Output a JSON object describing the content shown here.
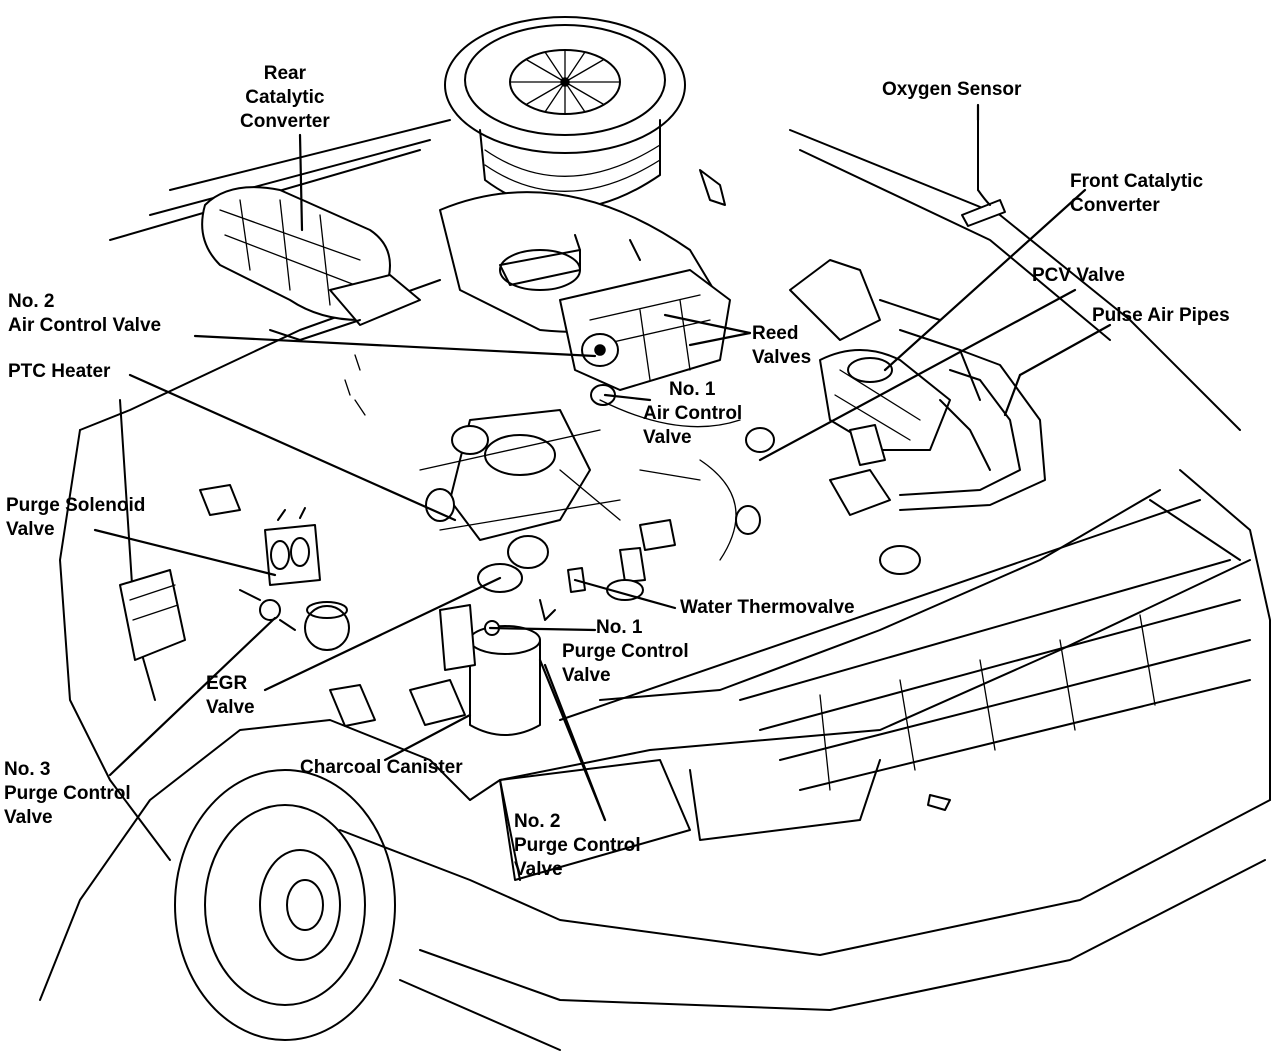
{
  "labels": {
    "rear_catalytic_converter": [
      "Rear",
      "Catalytic",
      "Converter"
    ],
    "oxygen_sensor": [
      "Oxygen Sensor"
    ],
    "front_catalytic_converter": [
      "Front Catalytic",
      "Converter"
    ],
    "pcv_valve": [
      "PCV Valve"
    ],
    "pulse_air_pipes": [
      "Pulse Air Pipes"
    ],
    "no2_air_control_valve": [
      "No. 2",
      "Air Control Valve"
    ],
    "reed_valves": [
      "Reed",
      "Valves"
    ],
    "ptc_heater": [
      "PTC Heater"
    ],
    "no1_air_control_valve": [
      "No. 1",
      "Air Control",
      "Valve"
    ],
    "purge_solenoid_valve": [
      "Purge Solenoid",
      "Valve"
    ],
    "water_thermovalve": [
      "Water Thermovalve"
    ],
    "no1_purge_control_valve": [
      "No. 1",
      "Purge Control",
      "Valve"
    ],
    "egr_valve": [
      "EGR",
      "Valve"
    ],
    "charcoal_canister": [
      "Charcoal Canister"
    ],
    "no3_purge_control_valve": [
      "No.  3",
      "Purge Control",
      "Valve"
    ],
    "no2_purge_control_valve": [
      "No.  2",
      "Purge Control",
      "Valve"
    ]
  }
}
